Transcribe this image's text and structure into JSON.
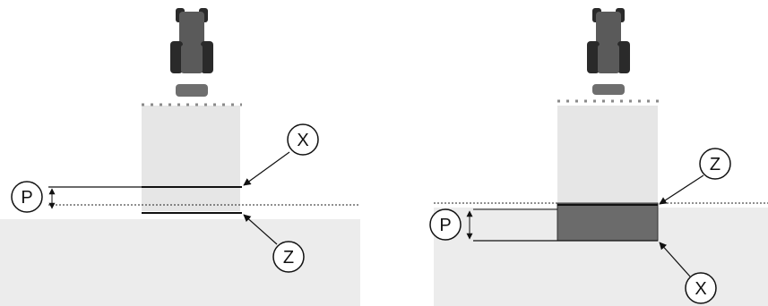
{
  "diagrams": [
    {
      "id": "left",
      "labels": {
        "p": "P",
        "x": "X",
        "z": "Z"
      }
    },
    {
      "id": "right",
      "labels": {
        "p": "P",
        "x": "X",
        "z": "Z"
      }
    }
  ],
  "colors": {
    "tractor": "#5a5a5a",
    "tractor_dark": "#2a2a2a",
    "field": "#ececec",
    "sprayed_strip": "#e4e4e4",
    "overlap_zone": "#6b6b6b",
    "boom_dots": "#8a8a8a",
    "line": "#111111"
  },
  "icons": [
    "tractor-icon",
    "implement-icon",
    "boom-nozzle-dots"
  ]
}
